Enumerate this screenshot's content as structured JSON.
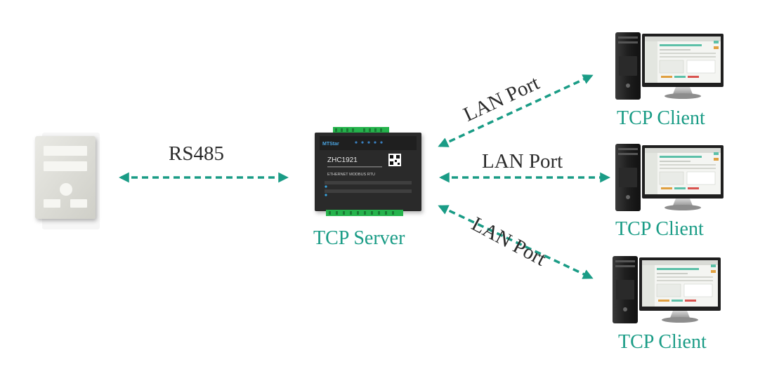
{
  "colors": {
    "accent": "#1a9c86",
    "text": "#2b2b2b"
  },
  "links": {
    "rs485": "RS485",
    "lan_1": "LAN Port",
    "lan_2": "LAN Port",
    "lan_3": "LAN Port"
  },
  "server": {
    "label": "TCP Server",
    "model": "ZHC1921",
    "subtitle": "ETHERNET MODBUS RTU",
    "brand": "MTStar"
  },
  "clients": [
    {
      "label": "TCP Client"
    },
    {
      "label": "TCP Client"
    },
    {
      "label": "TCP Client"
    }
  ],
  "icons": {
    "meter": "meter-device-icon",
    "server": "rtu-module-icon",
    "client": "desktop-computer-icon"
  }
}
